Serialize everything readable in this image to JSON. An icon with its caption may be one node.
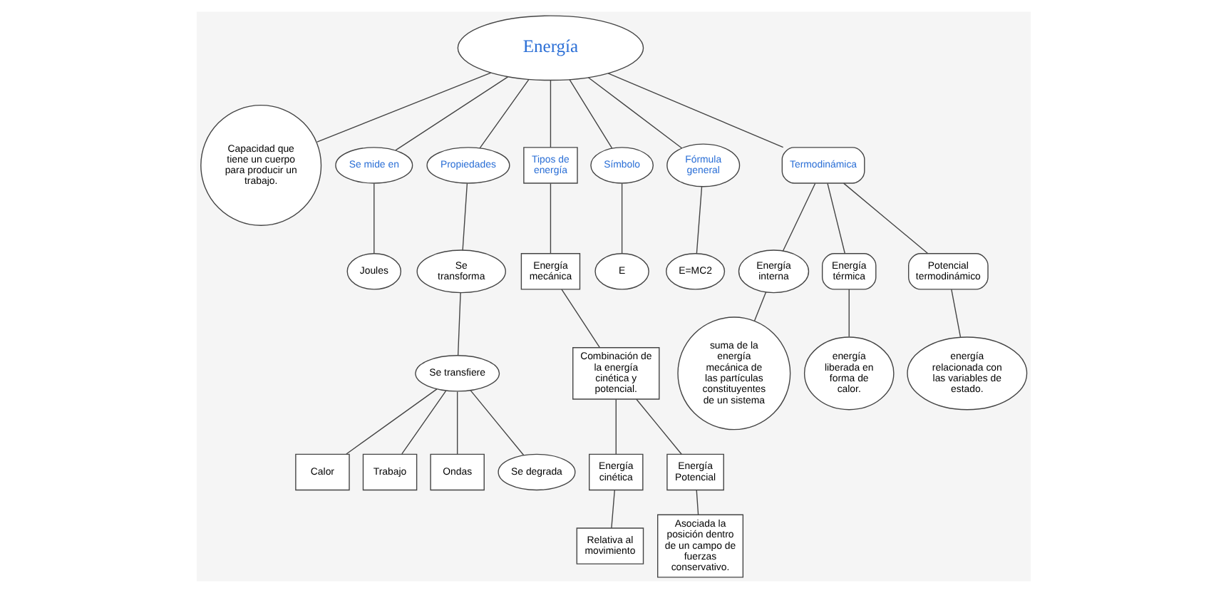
{
  "diagram": {
    "nodes": [
      {
        "text": [
          "Energía"
        ]
      },
      {
        "text": [
          "Capacidad que tiene un cuerpo para producir un trabajo."
        ]
      },
      {
        "text": [
          "Se mide en"
        ]
      },
      {
        "text": [
          "Joules"
        ]
      },
      {
        "text": [
          "Propiedades"
        ]
      },
      {
        "text": [
          "Se transforma"
        ]
      },
      {
        "text": [
          "Se transfiere"
        ]
      },
      {
        "text": [
          "Calor"
        ]
      },
      {
        "text": [
          "Trabajo"
        ]
      },
      {
        "text": [
          "Ondas"
        ]
      },
      {
        "text": [
          "Se degrada"
        ]
      },
      {
        "text": [
          "Tipos de energía"
        ]
      },
      {
        "text": [
          "Energía mecánica"
        ]
      },
      {
        "text": [
          "Combinación de la energía cinética y potencial."
        ]
      },
      {
        "text": [
          "Energía cinética"
        ]
      },
      {
        "text": [
          "Relativa al movimiento"
        ]
      },
      {
        "text": [
          "Energía Potencial"
        ]
      },
      {
        "text": [
          "Asociada la posición dentro de un campo de fuerzas conservativo."
        ]
      },
      {
        "text": [
          "Símbolo"
        ]
      },
      {
        "text": [
          "E"
        ]
      },
      {
        "text": [
          "Fórmula general"
        ]
      },
      {
        "text": [
          "E=MC2"
        ]
      },
      {
        "text": [
          "Termodinámica"
        ]
      },
      {
        "text": [
          "Energía interna"
        ]
      },
      {
        "text": [
          "suma de la energía mecánica de las partículas constituyentes de un sistema"
        ]
      },
      {
        "text": [
          "Energía térmica"
        ]
      },
      {
        "text": [
          "energía liberada en forma de calor."
        ]
      },
      {
        "text": [
          "Potencial termodinámico"
        ]
      },
      {
        "text": [
          "energía relacionada con las variables de estado."
        ]
      }
    ],
    "edges": [
      {
        "from": 0,
        "to": 1,
        "arrow": "none"
      },
      {
        "from": 0,
        "to": 2,
        "arrow": "none"
      },
      {
        "from": 2,
        "to": 3,
        "arrow": "none"
      },
      {
        "from": 0,
        "to": 4,
        "arrow": "none"
      },
      {
        "from": 4,
        "to": 5,
        "arrow": "none"
      },
      {
        "from": 5,
        "to": 6,
        "arrow": "none"
      },
      {
        "from": 6,
        "to": 7,
        "arrow": "none"
      },
      {
        "from": 6,
        "to": 8,
        "arrow": "none"
      },
      {
        "from": 6,
        "to": 9,
        "arrow": "none"
      },
      {
        "from": 6,
        "to": 10,
        "arrow": "none"
      },
      {
        "from": 0,
        "to": 11,
        "arrow": "none"
      },
      {
        "from": 11,
        "to": 12,
        "arrow": "none"
      },
      {
        "from": 12,
        "to": 13,
        "arrow": "none"
      },
      {
        "from": 13,
        "to": 14,
        "arrow": "none"
      },
      {
        "from": 14,
        "to": 15,
        "arrow": "none"
      },
      {
        "from": 13,
        "to": 16,
        "arrow": "none"
      },
      {
        "from": 16,
        "to": 17,
        "arrow": "none"
      },
      {
        "from": 0,
        "to": 18,
        "arrow": "none"
      },
      {
        "from": 18,
        "to": 19,
        "arrow": "none"
      },
      {
        "from": 0,
        "to": 20,
        "arrow": "none"
      },
      {
        "from": 20,
        "to": 21,
        "arrow": "none"
      },
      {
        "from": 0,
        "to": 22,
        "arrow": "none"
      },
      {
        "from": 22,
        "to": 23,
        "arrow": "none"
      },
      {
        "from": 23,
        "to": 24,
        "arrow": "none"
      },
      {
        "from": 22,
        "to": 25,
        "arrow": "none"
      },
      {
        "from": 25,
        "to": 26,
        "arrow": "none"
      },
      {
        "from": 22,
        "to": 27,
        "arrow": "none"
      },
      {
        "from": 27,
        "to": 28,
        "arrow": "none"
      }
    ]
  }
}
